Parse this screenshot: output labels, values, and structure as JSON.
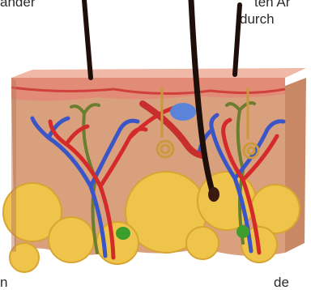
{
  "text_fragments": {
    "top_left": "ander",
    "top_right_1": "ten Ar",
    "top_right_2": "durch",
    "bottom_left": "n",
    "bottom_right": "de"
  },
  "illustration": {
    "subject": "skin-cross-section",
    "colors": {
      "epidermis": "#e9a08e",
      "dermis": "#d9a07e",
      "fat_cells": "#eec54a",
      "artery": "#d42a2a",
      "vein": "#3a55c8",
      "nerve": "#6b7d2e",
      "hair": "#1e0f0a",
      "sweat_gland": "#c99a3a"
    }
  }
}
